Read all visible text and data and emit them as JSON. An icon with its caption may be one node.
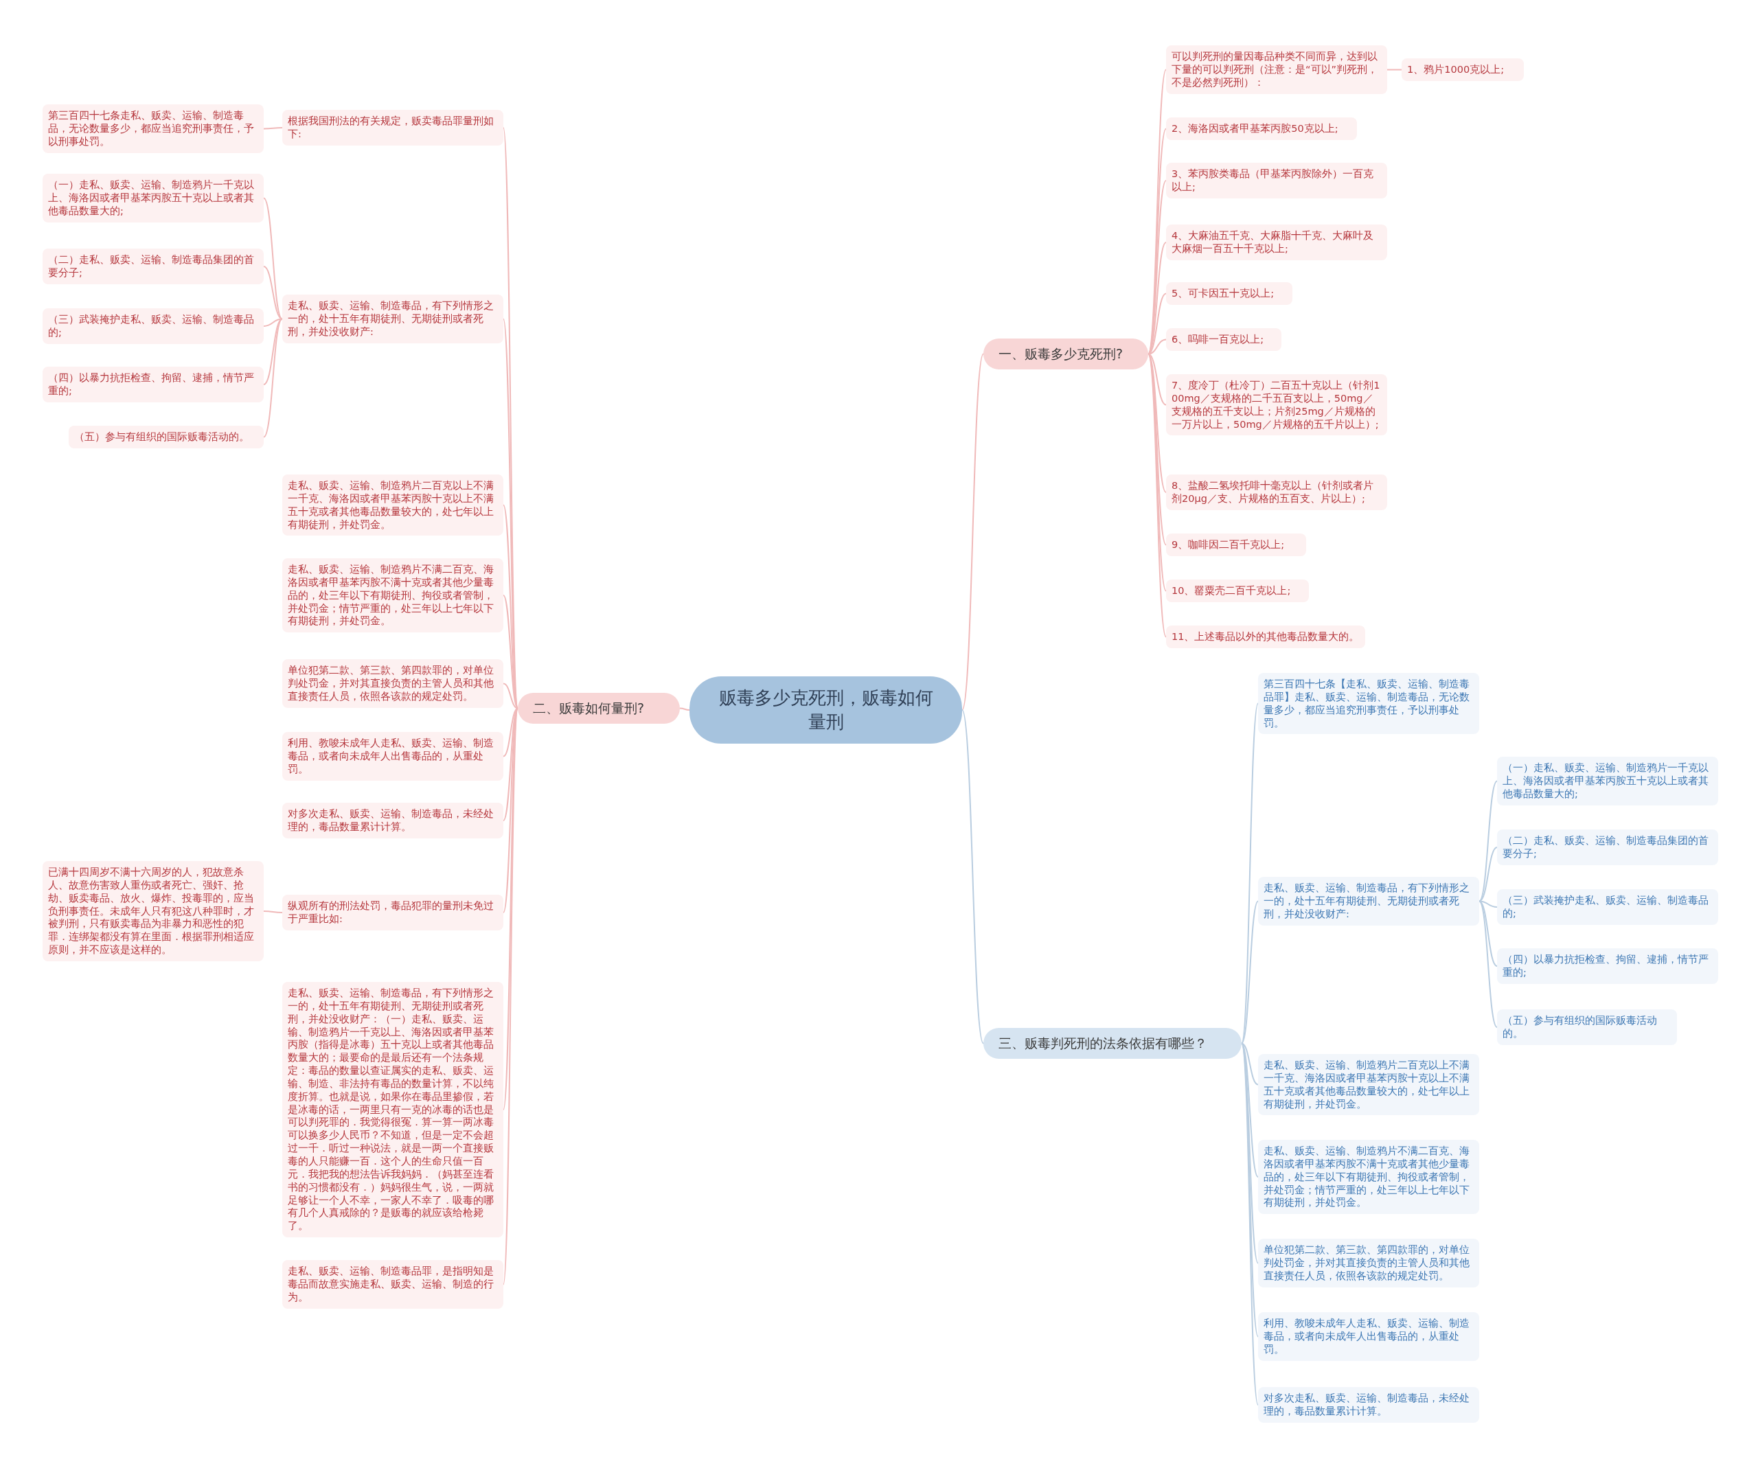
{
  "diagram": {
    "nodes": [
      {
        "text": [
          "贩毒多少克死刑，贩毒如何量刑"
        ]
      },
      {
        "text": [
          "一、贩毒多少克死刑?"
        ]
      },
      {
        "text": [
          "可以判死刑的量因毒品种类不同而异，达到以下量的可以判死刑（注意：是“可以”判死刑，不是必然判死刑）："
        ]
      },
      {
        "text": [
          "1、鸦片1000克以上;"
        ]
      },
      {
        "text": [
          "2、海洛因或者甲基苯丙胺50克以上;"
        ]
      },
      {
        "text": [
          "3、苯丙胺类毒品（甲基苯丙胺除外）一百克以上;"
        ]
      },
      {
        "text": [
          "4、大麻油五千克、大麻脂十千克、大麻叶及大麻烟一百五十千克以上;"
        ]
      },
      {
        "text": [
          "5、可卡因五十克以上;"
        ]
      },
      {
        "text": [
          "6、吗啡一百克以上;"
        ]
      },
      {
        "text": [
          "7、度冷丁（杜冷丁）二百五十克以上（针剂100mg／支规格的二千五百支以上，50mg／支规格的五千支以上；片剂25mg／片规格的一万片以上，50mg／片规格的五千片以上）;"
        ]
      },
      {
        "text": [
          "8、盐酸二氢埃托啡十毫克以上（针剂或者片剂20μg／支、片规格的五百支、片以上）;"
        ]
      },
      {
        "text": [
          "9、咖啡因二百千克以上;"
        ]
      },
      {
        "text": [
          "10、罂粟壳二百千克以上;"
        ]
      },
      {
        "text": [
          "11、上述毒品以外的其他毒品数量大的。"
        ]
      },
      {
        "text": [
          "二、贩毒如何量刑?"
        ]
      },
      {
        "text": [
          "根据我国刑法的有关规定，贩卖毒品罪量刑如下:"
        ]
      },
      {
        "text": [
          "第三百四十七条走私、贩卖、运输、制造毒品，无论数量多少，都应当追究刑事责任，予以刑事处罚。"
        ]
      },
      {
        "text": [
          "走私、贩卖、运输、制造毒品，有下列情形之一的，处十五年有期徒刑、无期徒刑或者死刑，并处没收财产:"
        ]
      },
      {
        "text": [
          "（一）走私、贩卖、运输、制造鸦片一千克以上、海洛因或者甲基苯丙胺五十克以上或者其他毒品数量大的;"
        ]
      },
      {
        "text": [
          "（二）走私、贩卖、运输、制造毒品集团的首要分子;"
        ]
      },
      {
        "text": [
          "（三）武装掩护走私、贩卖、运输、制造毒品的;"
        ]
      },
      {
        "text": [
          "（四）以暴力抗拒检查、拘留、逮捕，情节严重的;"
        ]
      },
      {
        "text": [
          "（五）参与有组织的国际贩毒活动的。"
        ]
      },
      {
        "text": [
          "走私、贩卖、运输、制造鸦片二百克以上不满一千克、海洛因或者甲基苯丙胺十克以上不满五十克或者其他毒品数量较大的，处七年以上有期徒刑，并处罚金。"
        ]
      },
      {
        "text": [
          "走私、贩卖、运输、制造鸦片不满二百克、海洛因或者甲基苯丙胺不满十克或者其他少量毒品的，处三年以下有期徒刑、拘役或者管制，并处罚金；情节严重的，处三年以上七年以下有期徒刑，并处罚金。"
        ]
      },
      {
        "text": [
          "单位犯第二款、第三款、第四款罪的，对单位判处罚金，并对其直接负责的主管人员和其他直接责任人员，依照各该款的规定处罚。"
        ]
      },
      {
        "text": [
          "利用、教唆未成年人走私、贩卖、运输、制造毒品，或者向未成年人出售毒品的，从重处罚。"
        ]
      },
      {
        "text": [
          "对多次走私、贩卖、运输、制造毒品，未经处理的，毒品数量累计计算。"
        ]
      },
      {
        "text": [
          "纵观所有的刑法处罚，毒品犯罪的量刑未免过于严重比如:"
        ]
      },
      {
        "text": [
          "已满十四周岁不满十六周岁的人，犯故意杀人、故意伤害致人重伤或者死亡、强奸、抢劫、贩卖毒品、放火、爆炸、投毒罪的，应当负刑事责任。未成年人只有犯这八种罪时，才被判刑，只有贩卖毒品为非暴力和恶性的犯罪．连绑架都没有算在里面．根据罪刑相适应原则，并不应该是这样的。"
        ]
      },
      {
        "text": [
          "走私、贩卖、运输、制造毒品，有下列情形之一的，处十五年有期徒刑、无期徒刑或者死刑，并处没收财产：（一）走私、贩卖、运输、制造鸦片一千克以上、海洛因或者甲基苯丙胺（指得是冰毒）五十克以上或者其他毒品数量大的；最要命的是最后还有一个法条规定：毒品的数量以查证属实的走私、贩卖、运输、制造、非法持有毒品的数量计算，不以纯度折算。也就是说，如果你在毒品里掺假，若是冰毒的话，一两里只有一克的冰毒的话也是可以判死罪的．我觉得很冤．算一算一两冰毒可以换多少人民币？不知道，但是一定不会超过一千．听过一种说法，就是一两一个直接贩毒的人只能赚一百．这个人的生命只值一百元．我把我的想法告诉我妈妈．（妈甚至连看书的习惯都没有．）妈妈很生气，说，一两就足够让一个人不幸，一家人不幸了．吸毒的哪有几个人真戒除的？是贩毒的就应该给枪毙了。"
        ]
      },
      {
        "text": [
          "走私、贩卖、运输、制造毒品罪，是指明知是毒品而故意实施走私、贩卖、运输、制造的行为。"
        ]
      },
      {
        "text": [
          "三、贩毒判死刑的法条依据有哪些？"
        ]
      },
      {
        "text": [
          "第三百四十七条【走私、贩卖、运输、制造毒品罪】走私、贩卖、运输、制造毒品，无论数量多少，都应当追究刑事责任，予以刑事处罚。"
        ]
      },
      {
        "text": [
          "走私、贩卖、运输、制造毒品，有下列情形之一的，处十五年有期徒刑、无期徒刑或者死刑，并处没收财产:"
        ]
      },
      {
        "text": [
          "（一）走私、贩卖、运输、制造鸦片一千克以上、海洛因或者甲基苯丙胺五十克以上或者其他毒品数量大的;"
        ]
      },
      {
        "text": [
          "（二）走私、贩卖、运输、制造毒品集团的首要分子;"
        ]
      },
      {
        "text": [
          "（三）武装掩护走私、贩卖、运输、制造毒品的;"
        ]
      },
      {
        "text": [
          "（四）以暴力抗拒检查、拘留、逮捕，情节严重的;"
        ]
      },
      {
        "text": [
          "（五）参与有组织的国际贩毒活动的。"
        ]
      },
      {
        "text": [
          "走私、贩卖、运输、制造鸦片二百克以上不满一千克、海洛因或者甲基苯丙胺十克以上不满五十克或者其他毒品数量较大的，处七年以上有期徒刑，并处罚金。"
        ]
      },
      {
        "text": [
          "走私、贩卖、运输、制造鸦片不满二百克、海洛因或者甲基苯丙胺不满十克或者其他少量毒品的，处三年以下有期徒刑、拘役或者管制，并处罚金；情节严重的，处三年以上七年以下有期徒刑，并处罚金。"
        ]
      },
      {
        "text": [
          "单位犯第二款、第三款、第四款罪的，对单位判处罚金，并对其直接负责的主管人员和其他直接责任人员，依照各该款的规定处罚。"
        ]
      },
      {
        "text": [
          "利用、教唆未成年人走私、贩卖、运输、制造毒品，或者向未成年人出售毒品的，从重处罚。"
        ]
      },
      {
        "text": [
          "对多次走私、贩卖、运输、制造毒品，未经处理的，毒品数量累计计算。"
        ]
      }
    ],
    "edges": [
      {
        "from": 0,
        "to": 1,
        "arrow": "none"
      },
      {
        "from": 1,
        "to": 2,
        "arrow": "none"
      },
      {
        "from": 2,
        "to": 3,
        "arrow": "none"
      },
      {
        "from": 1,
        "to": 4,
        "arrow": "none"
      },
      {
        "from": 1,
        "to": 5,
        "arrow": "none"
      },
      {
        "from": 1,
        "to": 6,
        "arrow": "none"
      },
      {
        "from": 1,
        "to": 7,
        "arrow": "none"
      },
      {
        "from": 1,
        "to": 8,
        "arrow": "none"
      },
      {
        "from": 1,
        "to": 9,
        "arrow": "none"
      },
      {
        "from": 1,
        "to": 10,
        "arrow": "none"
      },
      {
        "from": 1,
        "to": 11,
        "arrow": "none"
      },
      {
        "from": 1,
        "to": 12,
        "arrow": "none"
      },
      {
        "from": 1,
        "to": 13,
        "arrow": "none"
      },
      {
        "from": 0,
        "to": 14,
        "arrow": "none"
      },
      {
        "from": 14,
        "to": 15,
        "arrow": "none"
      },
      {
        "from": 15,
        "to": 16,
        "arrow": "none"
      },
      {
        "from": 14,
        "to": 17,
        "arrow": "none"
      },
      {
        "from": 17,
        "to": 18,
        "arrow": "none"
      },
      {
        "from": 17,
        "to": 19,
        "arrow": "none"
      },
      {
        "from": 17,
        "to": 20,
        "arrow": "none"
      },
      {
        "from": 17,
        "to": 21,
        "arrow": "none"
      },
      {
        "from": 17,
        "to": 22,
        "arrow": "none"
      },
      {
        "from": 14,
        "to": 23,
        "arrow": "none"
      },
      {
        "from": 14,
        "to": 24,
        "arrow": "none"
      },
      {
        "from": 14,
        "to": 25,
        "arrow": "none"
      },
      {
        "from": 14,
        "to": 26,
        "arrow": "none"
      },
      {
        "from": 14,
        "to": 27,
        "arrow": "none"
      },
      {
        "from": 14,
        "to": 28,
        "arrow": "none"
      },
      {
        "from": 28,
        "to": 29,
        "arrow": "none"
      },
      {
        "from": 14,
        "to": 30,
        "arrow": "none"
      },
      {
        "from": 14,
        "to": 31,
        "arrow": "none"
      },
      {
        "from": 0,
        "to": 32,
        "arrow": "none",
        "color": "#b9cde0"
      },
      {
        "from": 32,
        "to": 33,
        "arrow": "none",
        "color": "#b9cde0"
      },
      {
        "from": 32,
        "to": 34,
        "arrow": "none",
        "color": "#b9cde0"
      },
      {
        "from": 34,
        "to": 35,
        "arrow": "none",
        "color": "#b9cde0"
      },
      {
        "from": 34,
        "to": 36,
        "arrow": "none",
        "color": "#b9cde0"
      },
      {
        "from": 34,
        "to": 37,
        "arrow": "none",
        "color": "#b9cde0"
      },
      {
        "from": 34,
        "to": 38,
        "arrow": "none",
        "color": "#b9cde0"
      },
      {
        "from": 34,
        "to": 39,
        "arrow": "none",
        "color": "#b9cde0"
      },
      {
        "from": 32,
        "to": 40,
        "arrow": "none",
        "color": "#b9cde0"
      },
      {
        "from": 32,
        "to": 41,
        "arrow": "none",
        "color": "#b9cde0"
      },
      {
        "from": 32,
        "to": 42,
        "arrow": "none",
        "color": "#b9cde0"
      },
      {
        "from": 32,
        "to": 43,
        "arrow": "none",
        "color": "#b9cde0"
      },
      {
        "from": 32,
        "to": 44,
        "arrow": "none",
        "color": "#b9cde0"
      }
    ]
  }
}
